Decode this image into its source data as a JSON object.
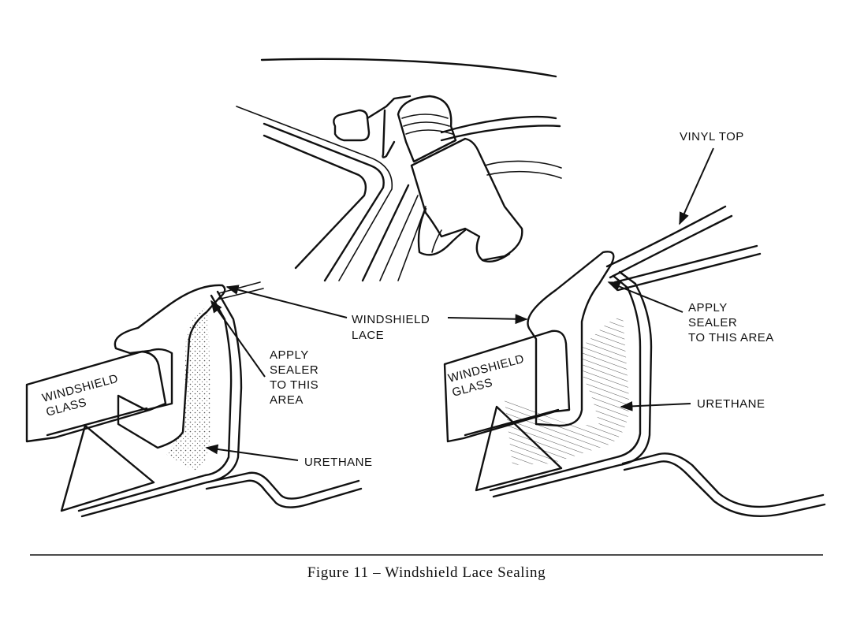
{
  "labels": {
    "vinyl_top": "VINYL TOP",
    "windshield_lace_1": "WINDSHIELD",
    "windshield_lace_2": "LACE",
    "left_apply_1": "APPLY",
    "left_apply_2": "SEALER",
    "left_apply_3": "TO THIS",
    "left_apply_4": "AREA",
    "right_apply_1": "APPLY",
    "right_apply_2": "SEALER",
    "right_apply_3": "TO THIS AREA",
    "left_glass_1": "WINDSHIELD",
    "left_glass_2": "GLASS",
    "right_glass_1": "WINDSHIELD",
    "right_glass_2": "GLASS",
    "left_urethane": "URETHANE",
    "right_urethane": "URETHANE"
  },
  "caption": "Figure 11 – Windshield Lace Sealing"
}
